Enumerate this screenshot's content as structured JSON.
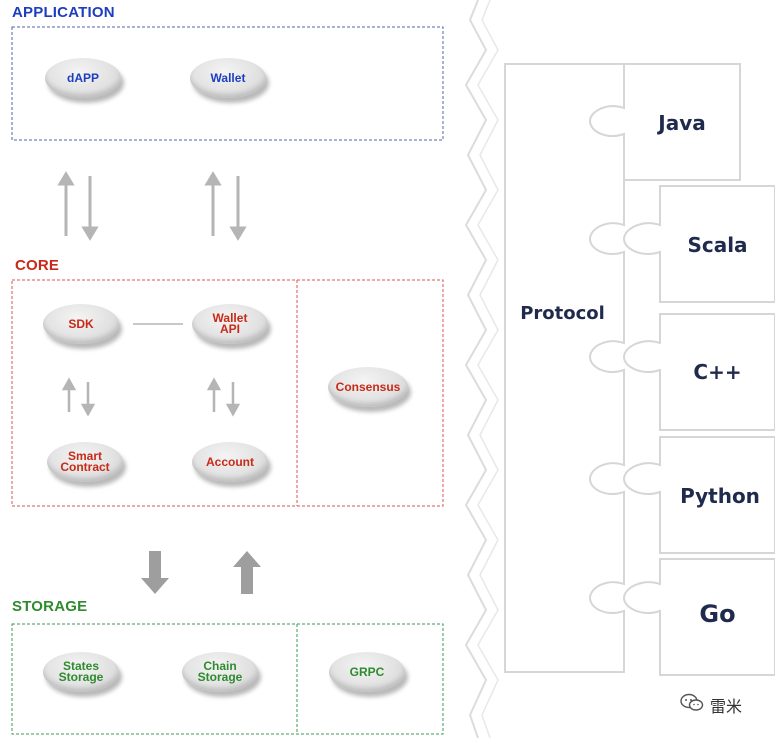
{
  "colors": {
    "application": "#1d3fbf",
    "core": "#c72a18",
    "storage": "#2e8b2e",
    "puzzle_text": "#1f2a4d"
  },
  "application": {
    "title": "APPLICATION",
    "items": [
      "dAPP",
      "Wallet"
    ]
  },
  "core": {
    "title": "CORE",
    "items": [
      "SDK",
      "Wallet\nAPI",
      "Smart\nContract",
      "Account",
      "Consensus"
    ]
  },
  "storage": {
    "title": "STORAGE",
    "items": [
      "States\nStorage",
      "Chain\nStorage",
      "GRPC"
    ]
  },
  "puzzle": {
    "main": "Protocol",
    "languages": [
      "Java",
      "Scala",
      "C++",
      "Python",
      "Go"
    ]
  },
  "watermark": {
    "icon": "wechat-icon",
    "text": "雷米"
  }
}
